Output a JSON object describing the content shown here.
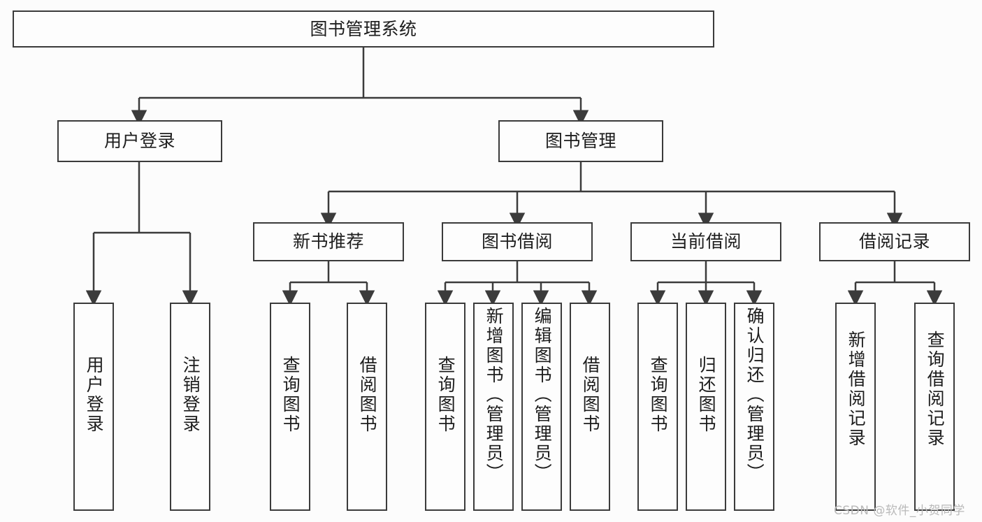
{
  "diagram": {
    "title": "图书管理系统",
    "type": "tree-hierarchy",
    "background_color": "#fcfcfc",
    "line_color": "#3b3b3b",
    "box_border_color": "#3b3b3b",
    "box_fill_color": "#fdfdfd",
    "text_color": "#1d1d1d"
  },
  "nodes": {
    "root": {
      "label": "图书管理系统"
    },
    "level2": [
      {
        "label": "用户登录"
      },
      {
        "label": "图书管理"
      }
    ],
    "level3": [
      {
        "label": "新书推荐"
      },
      {
        "label": "图书借阅"
      },
      {
        "label": "当前借阅"
      },
      {
        "label": "借阅记录"
      }
    ],
    "leaves": {
      "user_login": [
        {
          "label": "用户登录"
        },
        {
          "label": "注销登录"
        }
      ],
      "new_book_recommend": [
        {
          "label": "查询图书"
        },
        {
          "label": "借阅图书"
        }
      ],
      "book_borrow": [
        {
          "label": "查询图书"
        },
        {
          "label": "新增图书（管理员）"
        },
        {
          "label": "编辑图书（管理员）"
        },
        {
          "label": "借阅图书"
        }
      ],
      "current_borrow": [
        {
          "label": "查询图书"
        },
        {
          "label": "归还图书"
        },
        {
          "label": "确认归还（管理员）"
        }
      ],
      "borrow_record": [
        {
          "label": "新增借阅记录"
        },
        {
          "label": "查询借阅记录"
        }
      ]
    }
  },
  "watermark": {
    "text": "CSDN @软件_小贺同学"
  }
}
